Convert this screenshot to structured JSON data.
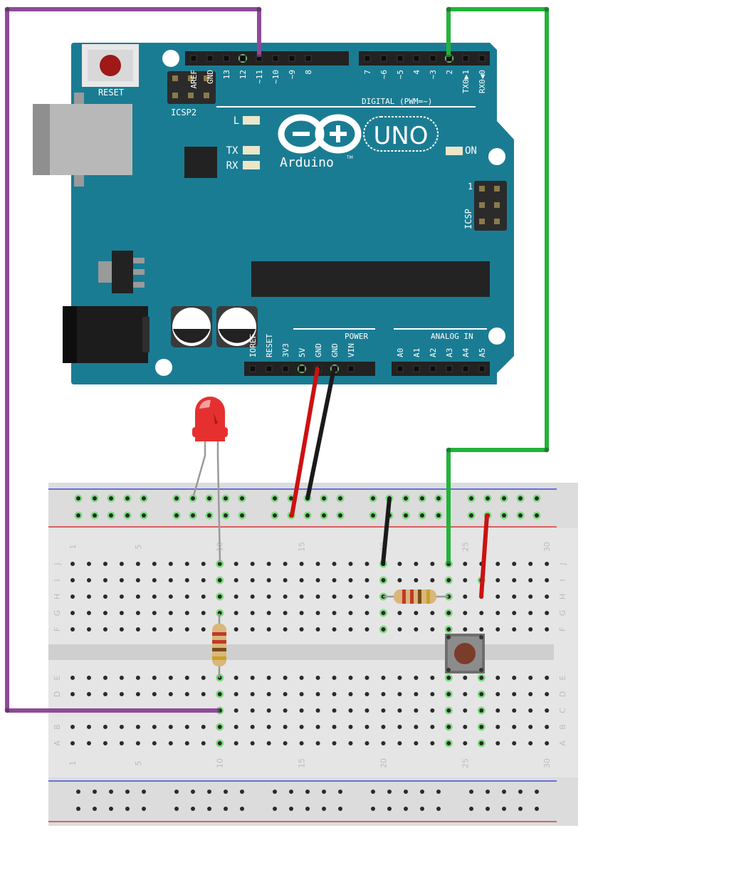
{
  "board": {
    "reset_label": "RESET",
    "icsp2_label": "ICSP2",
    "icsp_label": "ICSP",
    "icsp_pin1": "1",
    "led_l": "L",
    "led_tx": "TX",
    "led_rx": "RX",
    "led_on": "ON",
    "brand": "Arduino",
    "tm": "TM",
    "model": "UNO",
    "digital_label": "DIGITAL (PWM=~)",
    "power_label": "POWER",
    "analog_label": "ANALOG IN",
    "digital_pins_left": [
      "AREF",
      "GND",
      "13",
      "12",
      "~11",
      "~10",
      "~9",
      "8"
    ],
    "digital_pins_right": [
      "7",
      "~6",
      "~5",
      "4",
      "~3",
      "2",
      "TX0▶1",
      "RX0◀0"
    ],
    "power_pins": [
      "IOREF",
      "RESET",
      "3V3",
      "5V",
      "GND",
      "GND",
      "VIN"
    ],
    "analog_pins": [
      "A0",
      "A1",
      "A2",
      "A3",
      "A4",
      "A5"
    ]
  },
  "breadboard": {
    "column_numbers": [
      "1",
      "5",
      "10",
      "15",
      "20",
      "25",
      "30"
    ],
    "rows_top": [
      "J",
      "I",
      "H",
      "G",
      "F"
    ],
    "rows_bottom": [
      "E",
      "D",
      "C",
      "B",
      "A"
    ]
  },
  "colors": {
    "board": "#1a7c93",
    "wire_purple": "#8e4a9a",
    "wire_green": "#22b33a",
    "wire_red": "#cc1111",
    "wire_black": "#1a1a1a",
    "led": "#e63030",
    "rail_red": "#d83a3a",
    "rail_blue": "#3a4fd8"
  },
  "components": [
    {
      "name": "led",
      "connection": "column 10 / top rail"
    },
    {
      "name": "resistor",
      "connection": "column 10 across channel"
    },
    {
      "name": "resistor",
      "connection": "row H, columns 20-24"
    },
    {
      "name": "pushbutton",
      "connection": "columns 24-26 across channel"
    }
  ]
}
